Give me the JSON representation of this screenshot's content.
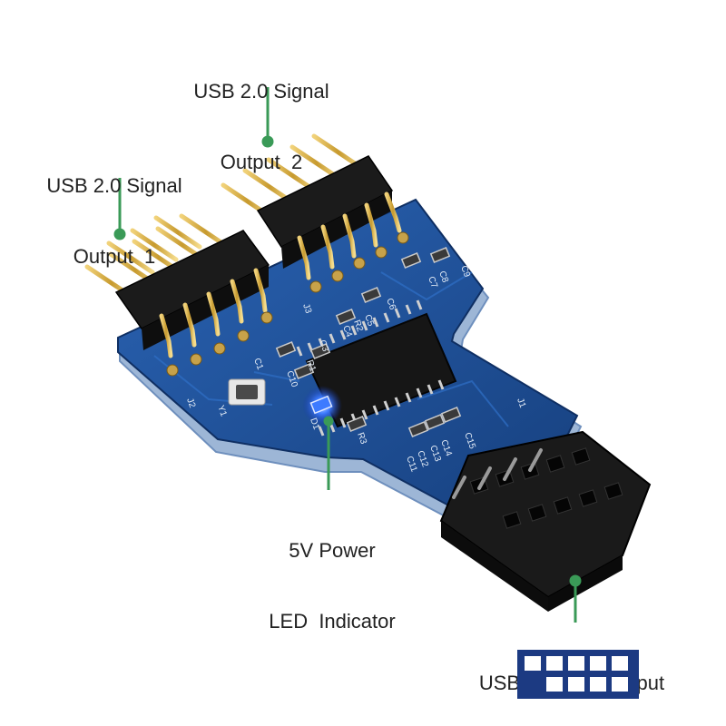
{
  "callouts": {
    "output2": {
      "line1": "USB 2.0 Signal",
      "line2": "Output  2"
    },
    "output1": {
      "line1": "USB 2.0 Signal",
      "line2": "Output  1"
    },
    "led": {
      "line1": "5V Power",
      "line2": "LED  Indicator"
    },
    "input": {
      "line1": "USB 2.0 Signal Input"
    }
  },
  "silkscreen": {
    "j1": "J1",
    "j2": "J2",
    "j3": "J3",
    "y1": "Y1",
    "d1": "D1",
    "c1": "C1",
    "c3": "C3",
    "c4": "C4",
    "c5": "C5",
    "c6": "C6",
    "c7": "C7",
    "c8": "C8",
    "c9": "C9",
    "c10": "C10",
    "c11": "C11",
    "c12": "C12",
    "c13": "C13",
    "c14": "C14",
    "c15": "C15",
    "r1": "R1",
    "r2": "R2",
    "r3": "R3"
  },
  "colors": {
    "pcb": "#1d4f96",
    "pcb_edge": "#7fa3cf",
    "header_plastic": "#1b1b1b",
    "pin_gold": "#d8b24c",
    "callout_line": "#3a9a57",
    "led_blue": "#2f6bff",
    "icon_navy": "#1c3a82"
  },
  "icons": {
    "connector_pinout": "usb-2x5-header-pinout-icon"
  }
}
